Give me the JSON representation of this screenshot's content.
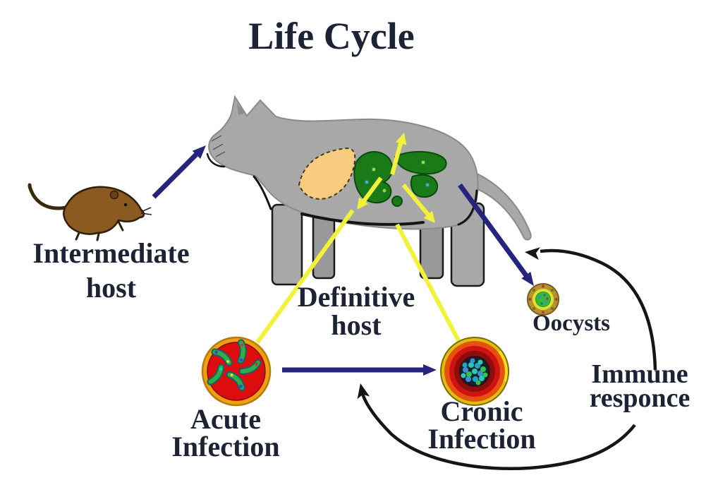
{
  "title": "Life Cycle",
  "labels": {
    "intermediate_host": {
      "line1": "Intermediate",
      "line2": "host"
    },
    "definitive_host": {
      "line1": "Definitive",
      "line2": "host"
    },
    "acute_infection": {
      "line1": "Acute",
      "line2": "Infection"
    },
    "cronic_infection": {
      "line1": "Cronic",
      "line2": "Infection"
    },
    "oocysts": {
      "text": "Oocysts"
    },
    "immune_response": {
      "line1": "Immune",
      "line2": "responce"
    }
  },
  "figures": [
    "mouse-figure",
    "cat-figure",
    "acute-infection-micrograph",
    "chronic-infection-micrograph",
    "oocyst-figure"
  ],
  "flows": [
    {
      "from": "Intermediate host",
      "to": "Definitive host",
      "style": "navy straight arrow"
    },
    {
      "from": "Definitive host",
      "to": "Oocysts",
      "style": "navy straight arrow"
    },
    {
      "from": "Acute Infection",
      "to": "Cronic Infection",
      "style": "navy straight arrow"
    },
    {
      "from": "Definitive host organs",
      "to": "Acute Infection",
      "style": "yellow leader line"
    },
    {
      "from": "Definitive host organs",
      "to": "Cronic Infection",
      "style": "yellow leader line"
    },
    {
      "from": "Immune responce",
      "to": "Oocysts",
      "style": "black curved arrow"
    },
    {
      "from": "Immune responce",
      "to": "Acute-to-Cronic transition",
      "style": "black curved arrow"
    }
  ],
  "colors": {
    "text": "#1d2335",
    "arrow_navy": "#25257d",
    "highlight_yellow": "#f2f23a",
    "curve_black": "#151515",
    "cat_gray": "#a8a8a8",
    "cat_outline": "#8a8a8a",
    "mouse_brown": "#8a5a20",
    "liver_tan": "#f8cc80",
    "intestine_green": "#1b7a18",
    "acute_ring_orange": "#efa012",
    "acute_red": "#de0d0d",
    "cyst_teal": "#2cc9b4",
    "oocyst_green": "#3cb83c",
    "background": "#ffffff"
  }
}
